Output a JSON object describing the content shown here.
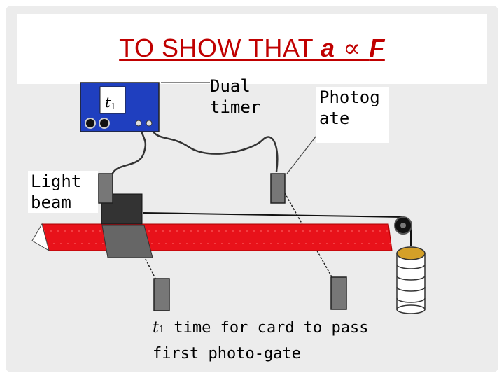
{
  "title": {
    "prefix": "TO SHOW THAT ",
    "var_a": "a",
    "symbol": " ∝ ",
    "var_f": "F"
  },
  "timer_display": {
    "symbol": "t",
    "subscript": "1"
  },
  "labels": {
    "dual_timer": "Dual timer",
    "photogate": "Photog ate",
    "light_beam": "Light beam"
  },
  "caption": {
    "symbol": "t",
    "subscript": "1",
    "line1": " time for card to pass",
    "line2": "first photo-gate"
  },
  "colors": {
    "title": "#c00000",
    "timer_body": "#1f3fbf",
    "track": "#e8121a",
    "mass_top": "#d4a028",
    "gate": "#777777"
  }
}
